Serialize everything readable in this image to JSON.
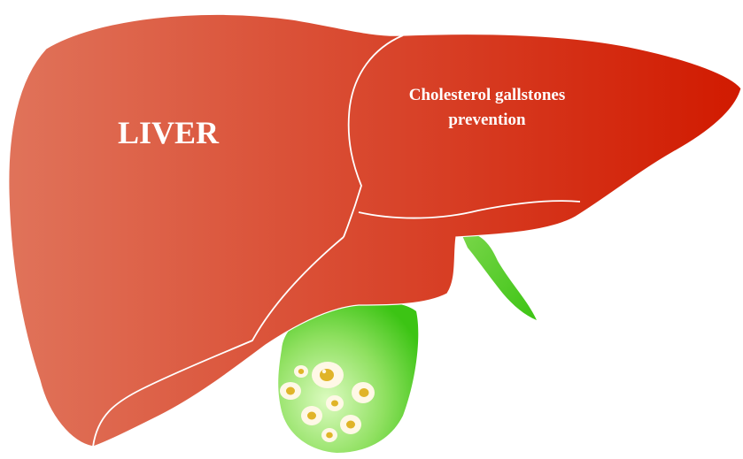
{
  "labels": {
    "liver": "LIVER",
    "lobe_line1": "Cholesterol gallstones",
    "lobe_line2": "prevention"
  },
  "colors": {
    "background": "#ffffff",
    "liver_light": "#e0735a",
    "liver_dark": "#d11a00",
    "outline": "#ffffff",
    "gallbladder_light": "#c8f5a5",
    "gallbladder_dark": "#3cc414",
    "stone_fill": "#fff8e6",
    "stone_core": "#e0b428"
  }
}
